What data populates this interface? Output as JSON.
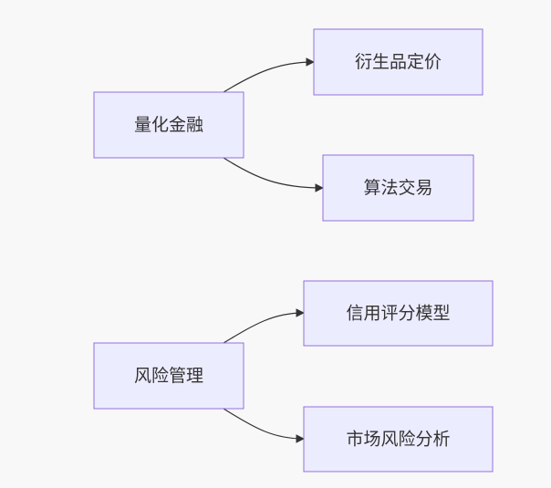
{
  "diagram": {
    "nodes": {
      "quant_finance": "量化金融",
      "derivatives_pricing": "衍生品定价",
      "algo_trading": "算法交易",
      "risk_management": "风险管理",
      "credit_scoring": "信用评分模型",
      "market_risk": "市场风险分析"
    },
    "edges": [
      {
        "from": "quant_finance",
        "to": "derivatives_pricing"
      },
      {
        "from": "quant_finance",
        "to": "algo_trading"
      },
      {
        "from": "risk_management",
        "to": "credit_scoring"
      },
      {
        "from": "risk_management",
        "to": "market_risk"
      }
    ],
    "colors": {
      "background": "#f8f8f8",
      "node_fill": "#ececff",
      "node_border": "#9370db",
      "text": "#333333",
      "edge": "#333333"
    }
  }
}
